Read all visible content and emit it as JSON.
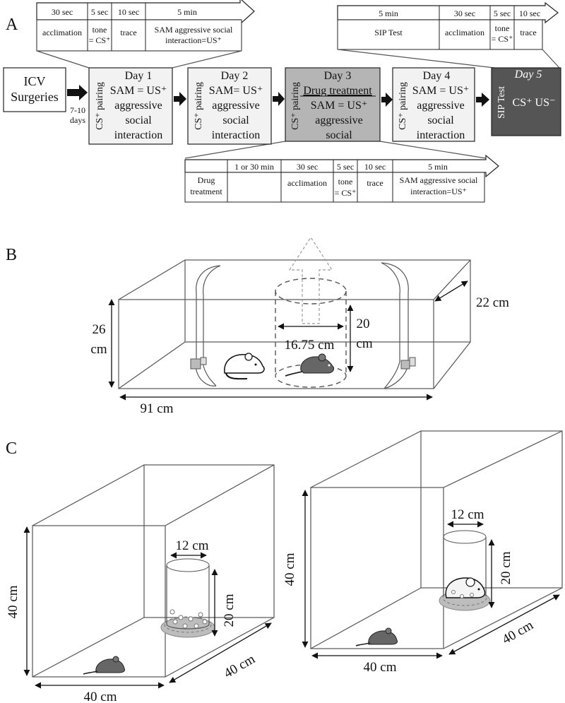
{
  "panels": {
    "a": "A",
    "b": "B",
    "c": "C"
  },
  "timeline_top_left": {
    "durations": [
      "30 sec",
      "5 sec",
      "10 sec",
      "5 min"
    ],
    "phases": [
      [
        "acclimation"
      ],
      [
        "tone",
        "= CS⁺"
      ],
      [
        "trace"
      ],
      [
        "SAM aggressive social",
        "interaction=US⁺"
      ]
    ]
  },
  "timeline_top_right": {
    "durations": [
      "5 min",
      "30 sec",
      "5 sec",
      "10 sec"
    ],
    "phases": [
      [
        "SIP Test"
      ],
      [
        "acclimation"
      ],
      [
        "tone",
        "= CS⁺"
      ],
      [
        "trace"
      ]
    ]
  },
  "timeline_bottom": {
    "durations": [
      "",
      "1 or 30 min",
      "30 sec",
      "5 sec",
      "10 sec",
      "5 min"
    ],
    "phases": [
      [
        "Drug",
        "treatment"
      ],
      [
        ""
      ],
      [
        "acclimation"
      ],
      [
        "tone",
        "= CS⁺"
      ],
      [
        "trace"
      ],
      [
        "SAM aggressive social",
        "interaction=US⁺"
      ]
    ]
  },
  "icv": [
    "ICV",
    "Surgeries"
  ],
  "gap_label": [
    "7-10",
    "days"
  ],
  "days": [
    {
      "title": "Day 1",
      "side": "CS⁺ pairing",
      "lines": [
        "SAM = US⁺",
        "aggressive",
        "social",
        "interaction"
      ]
    },
    {
      "title": "Day 2",
      "side": "CS⁺ pairing",
      "lines": [
        "SAM= US⁺",
        "aggressive",
        "social",
        "interaction"
      ]
    },
    {
      "title": "Day 3",
      "subtitle": "Drug treatment",
      "side": "CS⁺ pairing",
      "lines": [
        "SAM = US⁺",
        "aggressive",
        "social"
      ]
    },
    {
      "title": "Day 4",
      "side": "CS⁺ pairing",
      "lines": [
        "SAM = US⁺",
        "aggressive",
        "social",
        "interaction"
      ]
    },
    {
      "title": "Day 5",
      "side": "SIP Test",
      "lines": [
        "CS⁺ US⁻"
      ]
    }
  ],
  "panel_b": {
    "depth": "22 cm",
    "height": [
      "26",
      "cm"
    ],
    "cyl_height": [
      "20",
      "cm"
    ],
    "cyl_width": "16.75 cm",
    "length": "91 cm"
  },
  "panel_c_left": {
    "cyl_width": "12 cm",
    "cyl_height": "20 cm",
    "height": "40 cm",
    "depth": "40 cm",
    "width": "40 cm"
  },
  "panel_c_right": {
    "cyl_width": "12 cm",
    "cyl_height": "20 cm",
    "height": "40 cm",
    "depth": "40 cm",
    "width": "40 cm"
  }
}
